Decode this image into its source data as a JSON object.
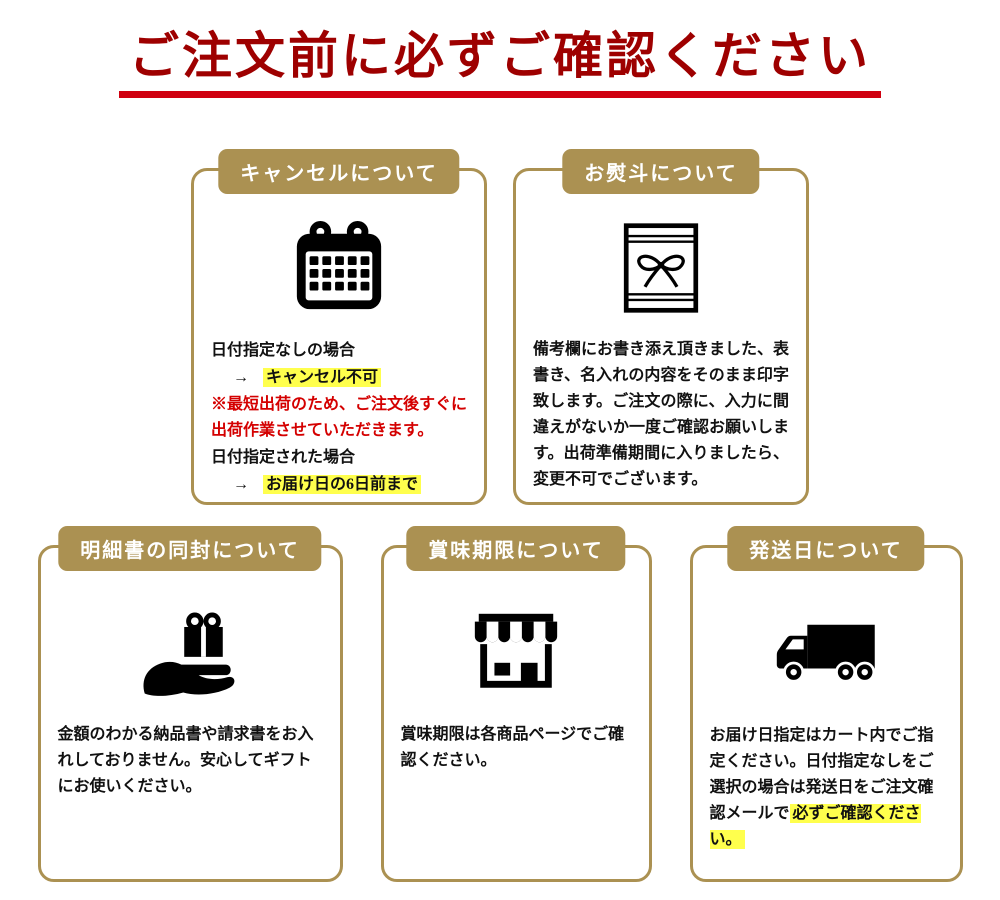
{
  "page": {
    "title": "ご注文前に必ずご確認ください"
  },
  "colors": {
    "title_red": "#9e0000",
    "underline_red": "#d00010",
    "gold": "#ab9152",
    "highlight": "#ffff4d",
    "warning_red": "#d40000"
  },
  "cards": [
    {
      "header": "キャンセルについて",
      "icon": "calendar-icon",
      "line1": "日付指定なしの場合",
      "arrow1": "→",
      "line1_hl": "キャンセル不可",
      "note_red": "※最短出荷のため、ご注文後すぐに出荷作業させていただきます。",
      "line2": "日付指定された場合",
      "arrow2": "→",
      "line2_hl": "お届け日の6日前まで"
    },
    {
      "header": "お熨斗について",
      "icon": "noshi-gift-icon",
      "body": "備考欄にお書き添え頂きました、表書き、名入れの内容をそのまま印字致します。ご注文の際に、入力に間違えがないか一度ご確認お願いします。出荷準備期間に入りましたら、変更不可でございます。"
    },
    {
      "header": "明細書の同封について",
      "icon": "gift-in-hand-icon",
      "body": "金額のわかる納品書や請求書をお入れしておりません。安心してギフトにお使いください。"
    },
    {
      "header": "賞味期限について",
      "icon": "storefront-icon",
      "body": "賞味期限は各商品ページでご確認ください。"
    },
    {
      "header": "発送日について",
      "icon": "delivery-truck-icon",
      "body": "お届け日指定はカート内でご指定ください。日付指定なしをご選択の場合は発送日をご注文確認メールで",
      "body_hl": "必ずご確認ください。"
    }
  ]
}
